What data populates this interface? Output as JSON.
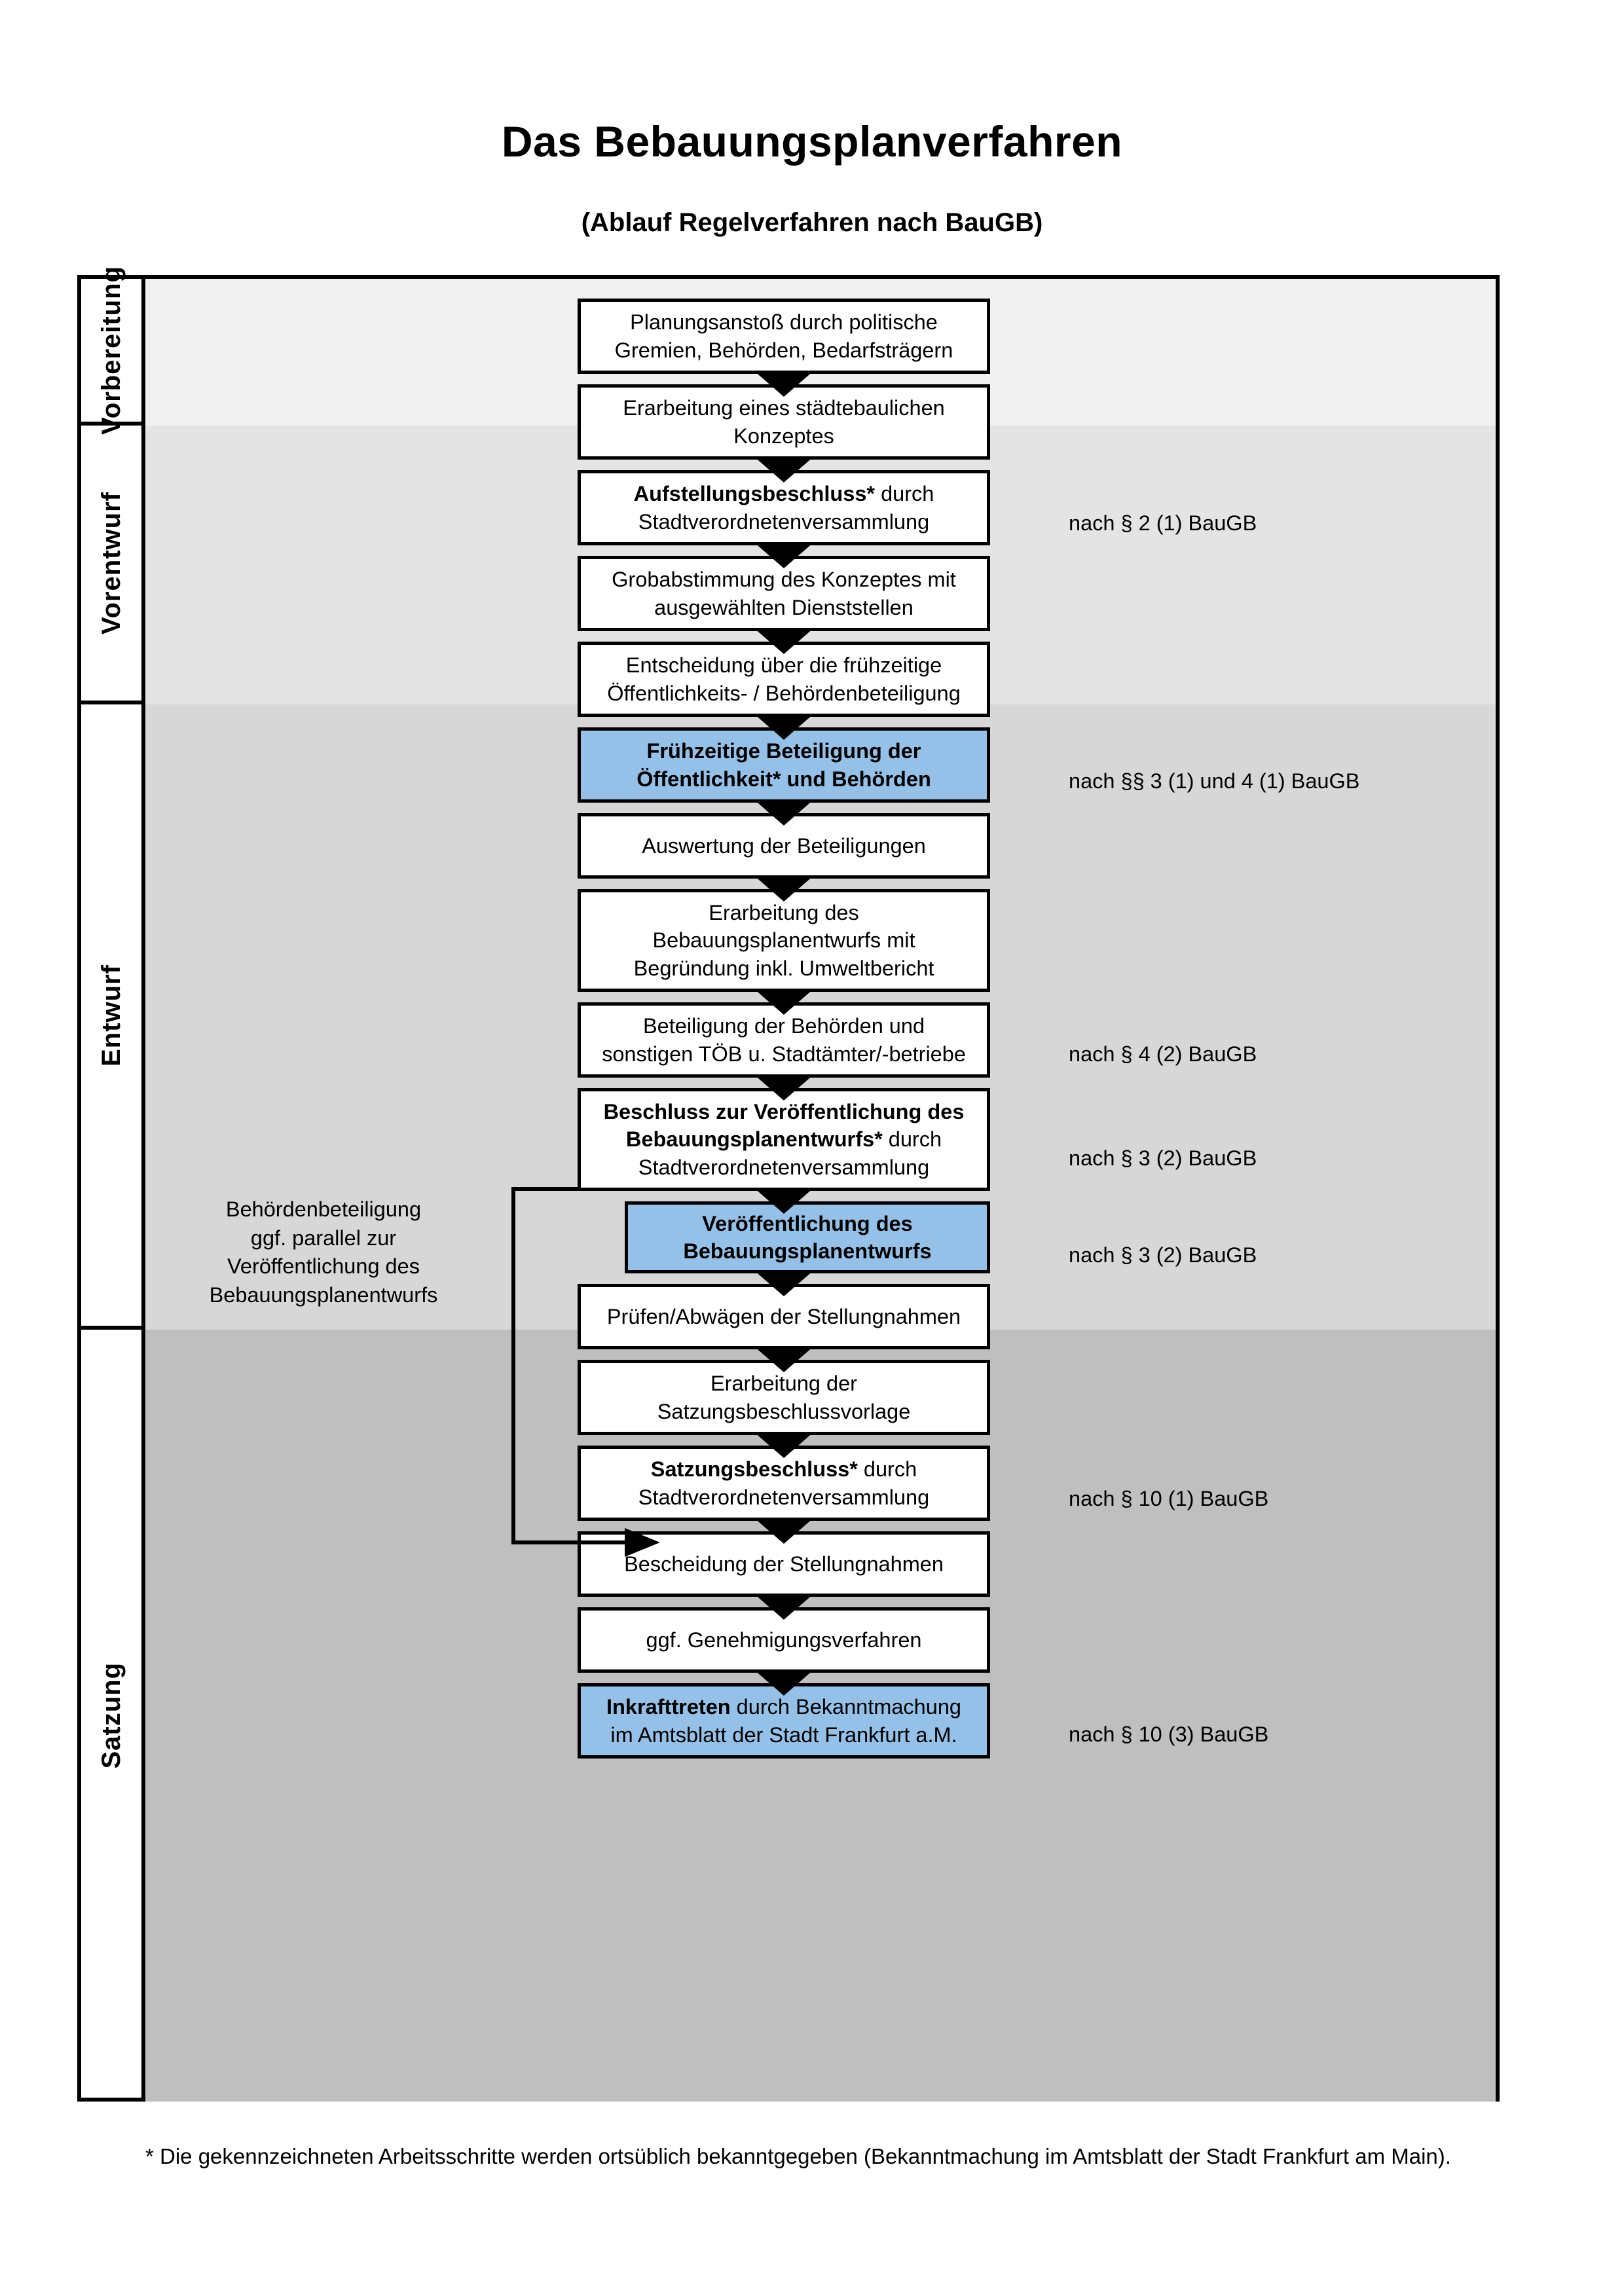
{
  "header": {
    "title": "Das Bebauungsplanverfahren",
    "subtitle": "(Ablauf Regelverfahren nach BauGB)"
  },
  "phases": [
    {
      "label": "Vorbereitung"
    },
    {
      "label": "Vorentwurf"
    },
    {
      "label": "Entwurf"
    },
    {
      "label": "Satzung"
    }
  ],
  "steps": [
    {
      "id": "planungsanstoss",
      "lines": [
        "Planungsanstoß durch politische",
        "Gremien, Behörden, Bedarfsträgern"
      ],
      "bold": [],
      "highlight": false
    },
    {
      "id": "staedtebau-konzept",
      "lines": [
        "Erarbeitung eines städtebaulichen",
        "Konzeptes"
      ],
      "bold": [],
      "highlight": false
    },
    {
      "id": "aufstellungsbeschluss",
      "lines": [
        "Aufstellungsbeschluss* durch",
        "Stadtverordnetenversammlung"
      ],
      "bold": [
        "Aufstellungsbeschluss*"
      ],
      "highlight": false
    },
    {
      "id": "grobabstimmung",
      "lines": [
        "Grobabstimmung des Konzeptes mit",
        "ausgewählten Dienststellen"
      ],
      "bold": [],
      "highlight": false
    },
    {
      "id": "entscheidung-fruehzeitig",
      "lines": [
        "Entscheidung über die frühzeitige",
        "Öffentlichkeits- / Behördenbeteiligung"
      ],
      "bold": [],
      "highlight": false
    },
    {
      "id": "fruehzeitige-beteiligung",
      "lines": [
        "Frühzeitige Beteiligung der",
        "Öffentlichkeit* und Behörden"
      ],
      "bold": [
        "all"
      ],
      "highlight": true
    },
    {
      "id": "auswertung",
      "lines": [
        "Auswertung der Beteiligungen"
      ],
      "bold": [],
      "highlight": false
    },
    {
      "id": "erarbeitung-entwurf",
      "lines": [
        "Erarbeitung des",
        "Bebauungsplanentwurfs mit",
        "Begründung inkl. Umweltbericht"
      ],
      "bold": [],
      "highlight": false
    },
    {
      "id": "beteiligung-behoerden",
      "lines": [
        "Beteiligung der Behörden und",
        "sonstigen TÖB u. Stadtämter/-betriebe"
      ],
      "bold": [],
      "highlight": false
    },
    {
      "id": "beschluss-veroeffentlichung",
      "lines": [
        "Beschluss zur Veröffentlichung des",
        "Bebauungsplanentwurfs* durch",
        "Stadtverordnetenversammlung"
      ],
      "bold": [
        "Beschluss zur Veröffentlichung des",
        "Bebauungsplanentwurfs*"
      ],
      "highlight": false
    },
    {
      "id": "veroeffentlichung",
      "lines": [
        "Veröffentlichung des",
        "Bebauungsplanentwurfs"
      ],
      "bold": [
        "all"
      ],
      "highlight": true
    },
    {
      "id": "pruefen-abwaegen",
      "lines": [
        "Prüfen/Abwägen der Stellungnahmen"
      ],
      "bold": [],
      "highlight": false
    },
    {
      "id": "satzungsvorlage",
      "lines": [
        "Erarbeitung der",
        "Satzungsbeschlussvorlage"
      ],
      "bold": [],
      "highlight": false
    },
    {
      "id": "satzungsbeschluss",
      "lines": [
        "Satzungsbeschluss* durch",
        "Stadtverordnetenversammlung"
      ],
      "bold": [
        "Satzungsbeschluss*"
      ],
      "highlight": false
    },
    {
      "id": "bescheidung",
      "lines": [
        "Bescheidung der Stellungnahmen"
      ],
      "bold": [],
      "highlight": false
    },
    {
      "id": "genehmigungsverfahren",
      "lines": [
        "ggf. Genehmigungsverfahren"
      ],
      "bold": [],
      "highlight": false
    },
    {
      "id": "inkrafttreten",
      "lines": [
        "Inkrafttreten durch Bekanntmachung",
        "im Amtsblatt der Stadt Frankfurt a.M."
      ],
      "bold": [
        "Inkrafttreten"
      ],
      "highlight": true
    }
  ],
  "references": [
    {
      "id": "ref-aufstellungsbeschluss",
      "text": "nach § 2 (1) BauGB"
    },
    {
      "id": "ref-fruehzeitige",
      "text": "nach §§ 3 (1) und 4 (1) BauGB"
    },
    {
      "id": "ref-behoerden",
      "text": "nach § 4 (2) BauGB"
    },
    {
      "id": "ref-beschluss",
      "text": "nach § 3 (2) BauGB"
    },
    {
      "id": "ref-veroeffentlichung",
      "text": "nach § 3 (2) BauGB"
    },
    {
      "id": "ref-satzungsbeschluss",
      "text": "nach § 10 (1) BauGB"
    },
    {
      "id": "ref-inkrafttreten",
      "text": "nach § 10 (3) BauGB"
    }
  ],
  "sidenote": {
    "lines": [
      "Behördenbeteiligung",
      "ggf. parallel zur",
      "Veröffentlichung des",
      "Bebauungsplanentwurfs"
    ]
  },
  "footnote": {
    "text": "* Die gekennzeichneten Arbeitsschritte werden ortsüblich bekanntgegeben (Bekanntmachung im Amtsblatt  der Stadt Frankfurt am Main)."
  },
  "colors": {
    "highlight_blue": "#95C0E8",
    "band_vorbereitung": "#F1F1F1",
    "band_vorentwurf": "#E4E4E4",
    "band_entwurf": "#D7D7D7",
    "band_satzung": "#BFBFBF",
    "border_black": "#000000"
  }
}
